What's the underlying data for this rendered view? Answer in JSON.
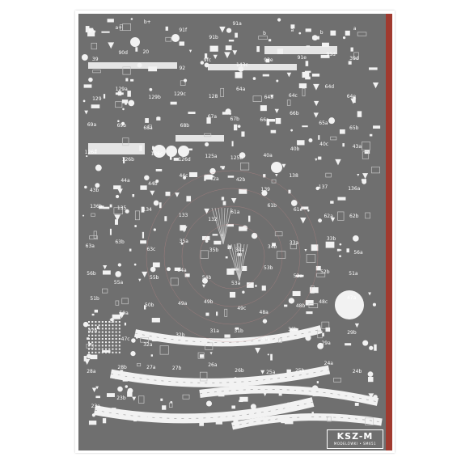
{
  "colors": {
    "panel": "#6f6f6f",
    "part": "#f2f2f2",
    "line": "#c7c7c7",
    "accent_strip": "#a03a2f",
    "watermark": "#c98a8a"
  },
  "brand": {
    "name": "KSZ-M",
    "subtitle": "MODELÓWKI • SM651"
  },
  "part_numbers": [
    "b+",
    "a+",
    "b+",
    "91f",
    "91b",
    "91a",
    "b",
    "a",
    "b",
    "a",
    "39",
    "90d",
    "20",
    "92",
    "9fc",
    "143c",
    "93e",
    "91e",
    "91d",
    "39d",
    "129",
    "129a",
    "129b",
    "129c",
    "128",
    "64a",
    "64b",
    "64c",
    "64d",
    "64e",
    "69a",
    "69b",
    "68a",
    "68b",
    "67a",
    "67b",
    "66a",
    "66b",
    "65a",
    "65b",
    "126a",
    "126b",
    "126c",
    "126d",
    "125a",
    "125b",
    "40a",
    "40b",
    "40c",
    "43a",
    "43b",
    "44a",
    "44b",
    "44c",
    "42a",
    "42b",
    "139",
    "138",
    "137",
    "136a",
    "136b",
    "135",
    "134",
    "133",
    "132",
    "61a",
    "61b",
    "61c",
    "62a",
    "62b",
    "63a",
    "63b",
    "63c",
    "35a",
    "35b",
    "34a",
    "34b",
    "33a",
    "33b",
    "56a",
    "56b",
    "55a",
    "55b",
    "54a",
    "54b",
    "53a",
    "53b",
    "52a",
    "52b",
    "51a",
    "51b",
    "50a",
    "50b",
    "49a",
    "49b",
    "49c",
    "48a",
    "48b",
    "48c",
    "47a",
    "47b",
    "47c",
    "32a",
    "32b",
    "31a",
    "31b",
    "30a",
    "30b",
    "29a",
    "29b",
    "28a",
    "28b",
    "27a",
    "27b",
    "26a",
    "26b",
    "25a",
    "25b",
    "24a",
    "24b",
    "23a",
    "23b"
  ]
}
